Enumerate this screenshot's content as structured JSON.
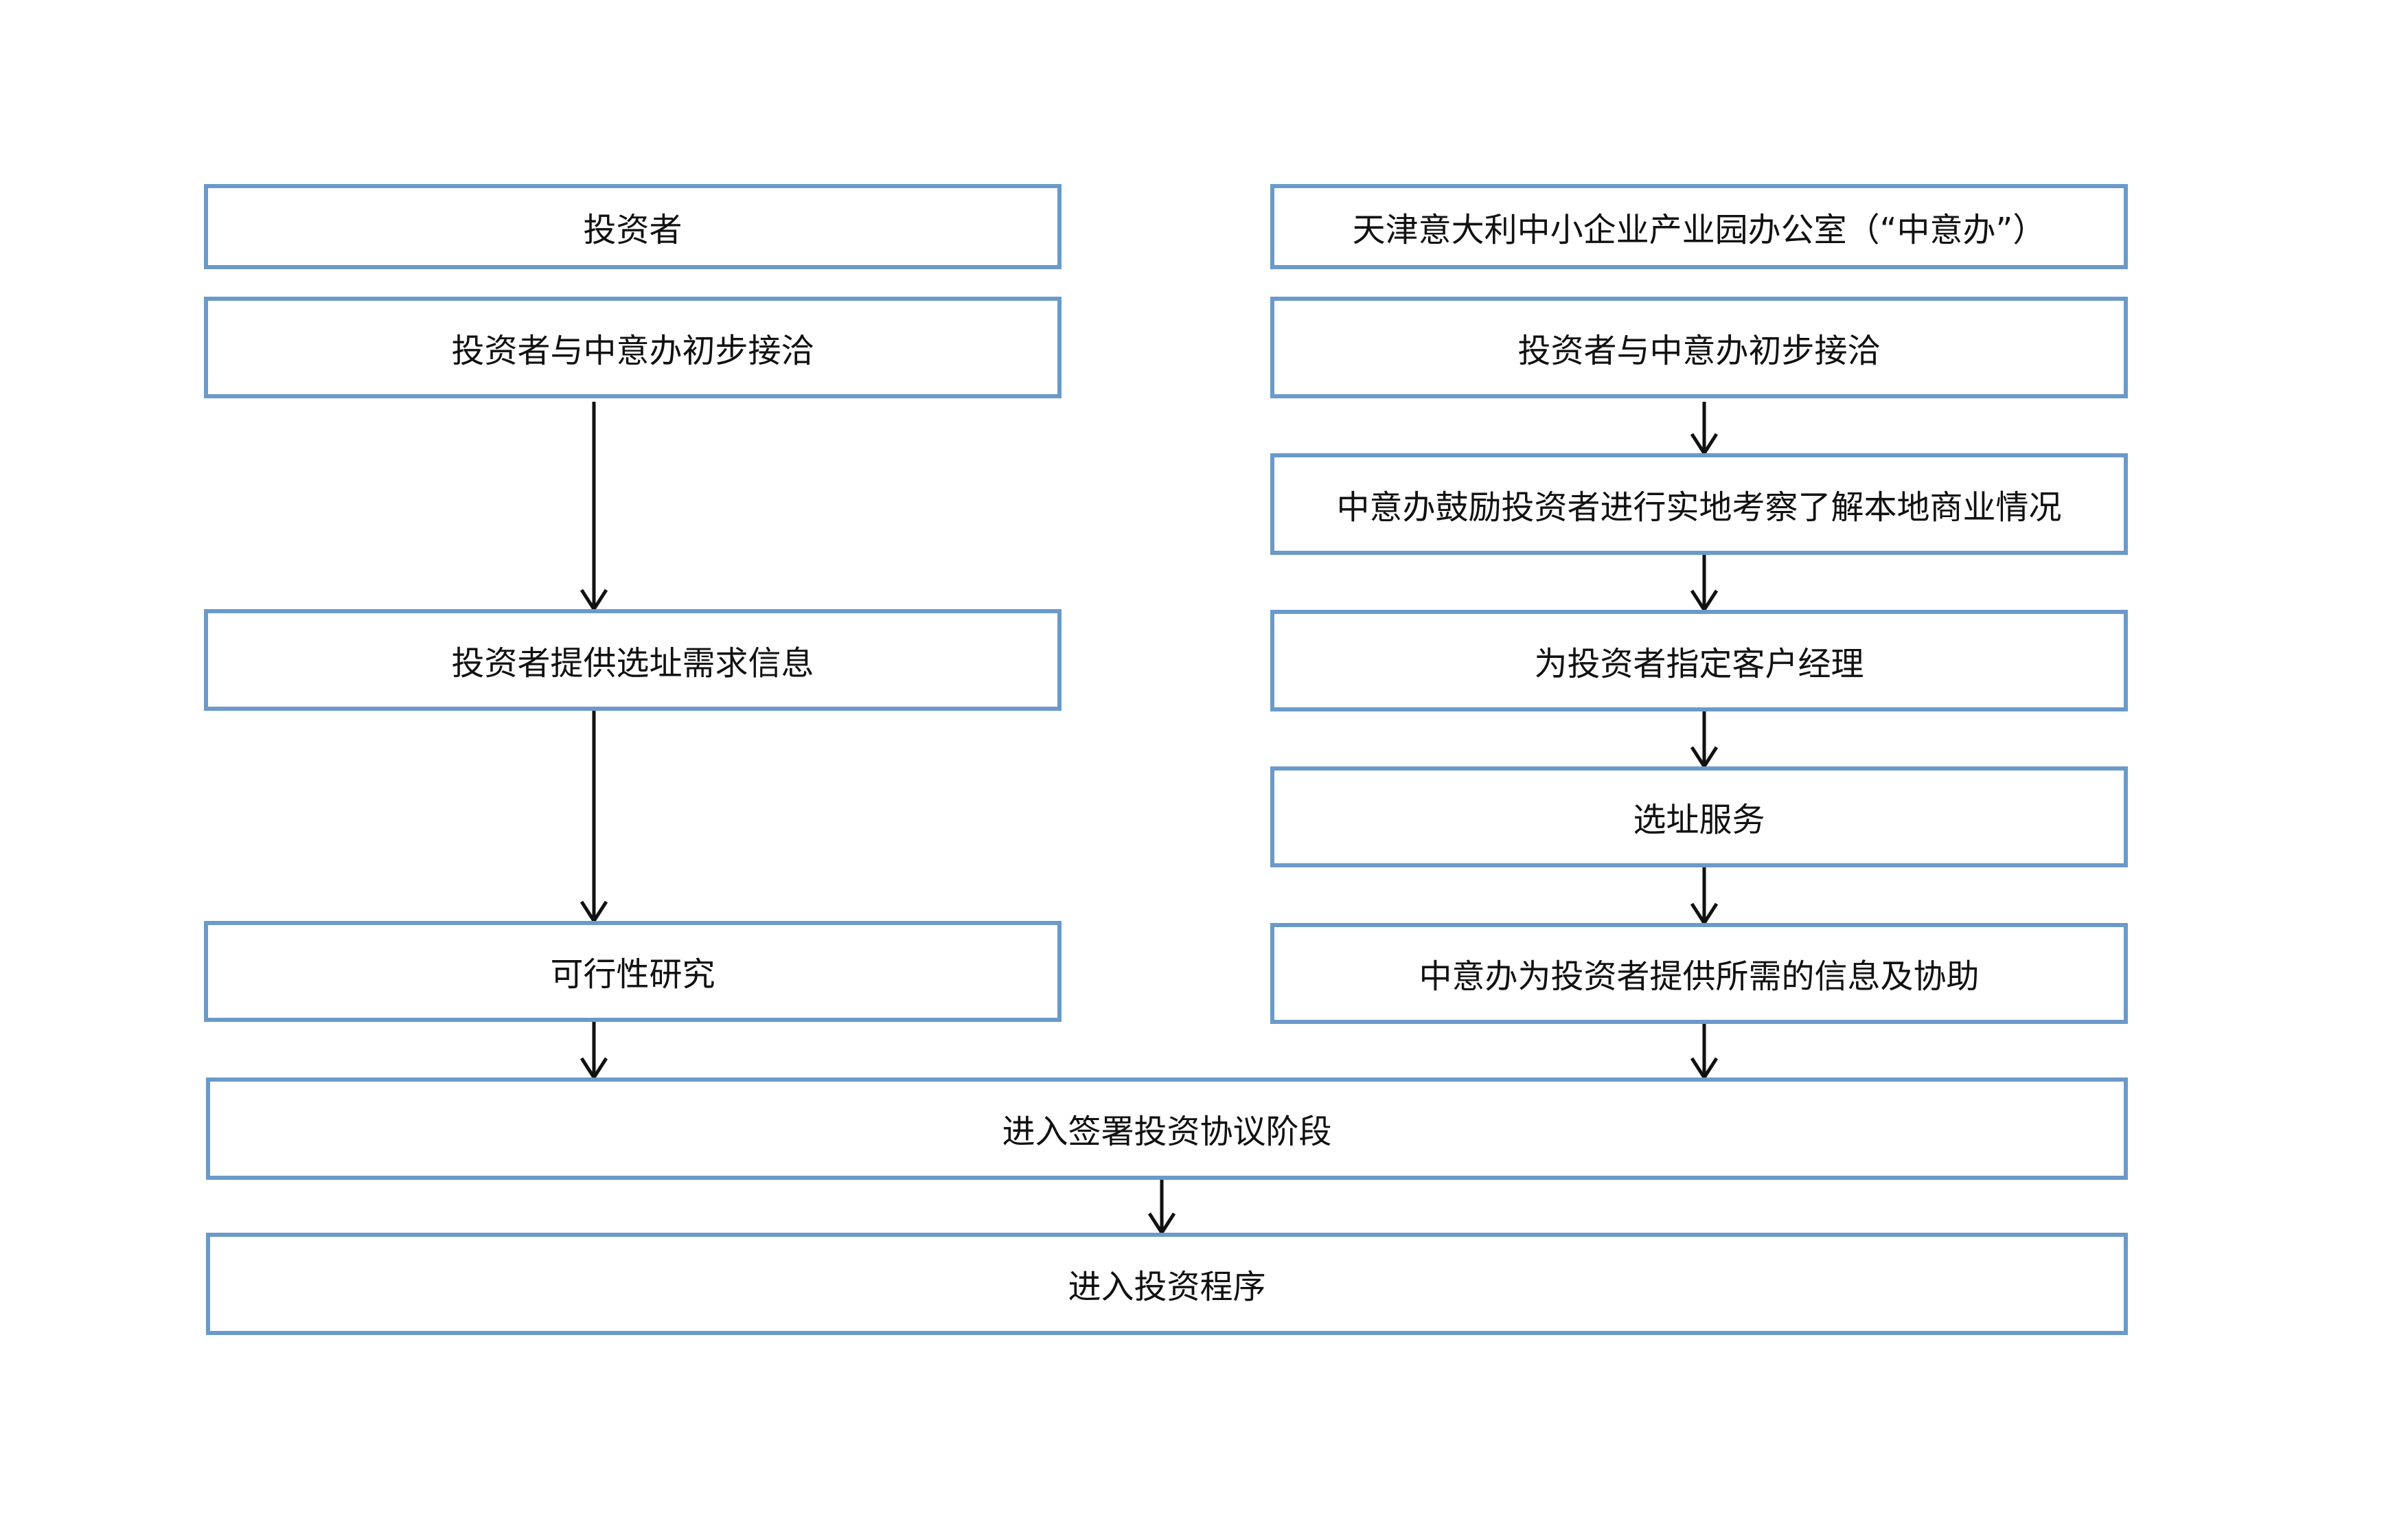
{
  "flowchart": {
    "left_column": {
      "header": "投资者",
      "steps": [
        "投资者与中意办初步接洽",
        "投资者提供选址需求信息",
        "可行性研究"
      ]
    },
    "right_column": {
      "header": "天津意大利中小企业产业园办公室（“中意办”）",
      "steps": [
        "投资者与中意办初步接洽",
        "中意办鼓励投资者进行实地考察了解本地商业情况",
        "为投资者指定客户经理",
        "选址服务",
        "中意办为投资者提供所需的信息及协助"
      ]
    },
    "merged_steps": [
      "进入签署投资协议阶段",
      "进入投资程序"
    ],
    "colors": {
      "box_border": "#6a9ac9",
      "connector": "#111111",
      "text": "#111111"
    }
  }
}
